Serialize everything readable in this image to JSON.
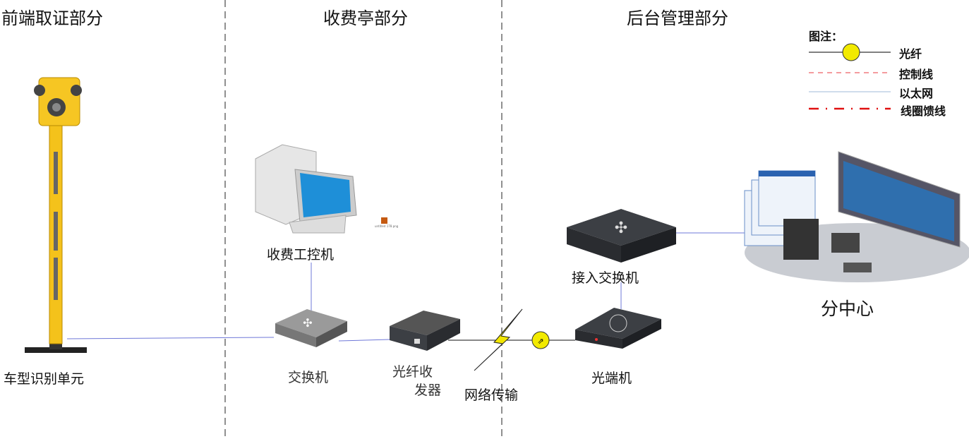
{
  "sections": {
    "front": "前端取证部分",
    "booth": "收费亭部分",
    "backend": "后台管理部分"
  },
  "devices": {
    "camera": "车型识别单元",
    "pc": "收费工控机",
    "pc_file": "untitled 178.png",
    "switch": "交换机",
    "transceiver_line1": "光纤收",
    "transceiver_line2": "发器",
    "network": "网络传输",
    "optical_terminal": "光端机",
    "access_switch": "接入交换机",
    "center": "分中心"
  },
  "legend": {
    "title": "图注：",
    "items": [
      {
        "label": "光纤",
        "style": "fiber",
        "color": "#000000"
      },
      {
        "label": "控制线",
        "style": "dashed",
        "color": "#e8393c"
      },
      {
        "label": "以太网",
        "style": "solid",
        "color": "#9fb8d8"
      },
      {
        "label": "线圈馈线",
        "style": "dash-dot",
        "color": "#e01010"
      }
    ]
  },
  "colors": {
    "ethernet": "#6f78d8",
    "pole": "#f4c21b",
    "device": "#3c3f44"
  }
}
